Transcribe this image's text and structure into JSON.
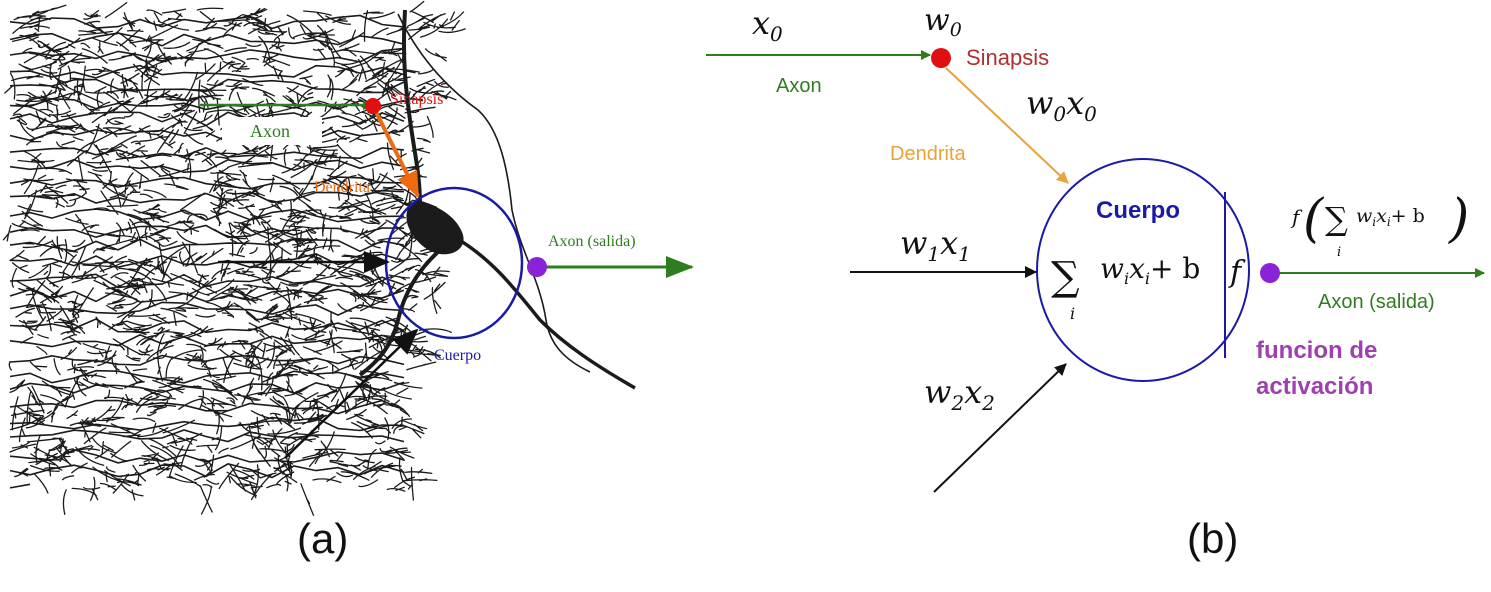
{
  "colors": {
    "axon_green": "#2e7d1e",
    "synapse_red": "#e01010",
    "dendrite_orange": "#e8a33a",
    "dendrite_orange_a": "#ee6a10",
    "body_blue": "#1a1aa8",
    "activation_purple": "#8a22d8",
    "activation_text": "#a040b0",
    "sinapsis_text": "#b03030",
    "ink": "#111111",
    "tissue": "#1b1b1b"
  },
  "panel_a": {
    "caption": "(a)",
    "labels": {
      "axon": "Axon",
      "sinapsis": "Sinapsis",
      "dendrita": "Dendrita",
      "axon_salida": "Axon (salida)",
      "cuerpo": "Cuerpo"
    }
  },
  "panel_b": {
    "caption": "(b)",
    "labels": {
      "x0_base": "x",
      "x0_sub": "0",
      "w0_base": "w",
      "w0_sub": "0",
      "sinapsis": "Sinapsis",
      "axon": "Axon",
      "w0x0_w": "w",
      "w0x0_wsub": "0",
      "w0x0_x": "x",
      "w0x0_xsub": "0",
      "dendrita": "Dendrita",
      "cuerpo": "Cuerpo",
      "w1x1_w": "w",
      "w1x1_wsub": "1",
      "w1x1_x": "x",
      "w1x1_xsub": "1",
      "w2x2_w": "w",
      "w2x2_wsub": "2",
      "w2x2_x": "x",
      "w2x2_xsub": "2",
      "sum_symbol": "∑",
      "sum_index": "i",
      "sum_expr_w": "w",
      "sum_expr_i1": "i",
      "sum_expr_x": "x",
      "sum_expr_i2": "i",
      "sum_expr_plus_b": "+ b",
      "activation_f": "f",
      "output_f": "f",
      "output_paren_open": "(",
      "output_sum": "∑",
      "output_sum_index": "i",
      "output_expr_w": "w",
      "output_expr_i1": "i",
      "output_expr_x": "x",
      "output_expr_i2": "i",
      "output_expr_plus_b": "+ b",
      "output_paren_close": ")",
      "axon_salida": "Axon (salida)",
      "funcion_line1": "funcion de",
      "funcion_line2": "activación"
    }
  }
}
